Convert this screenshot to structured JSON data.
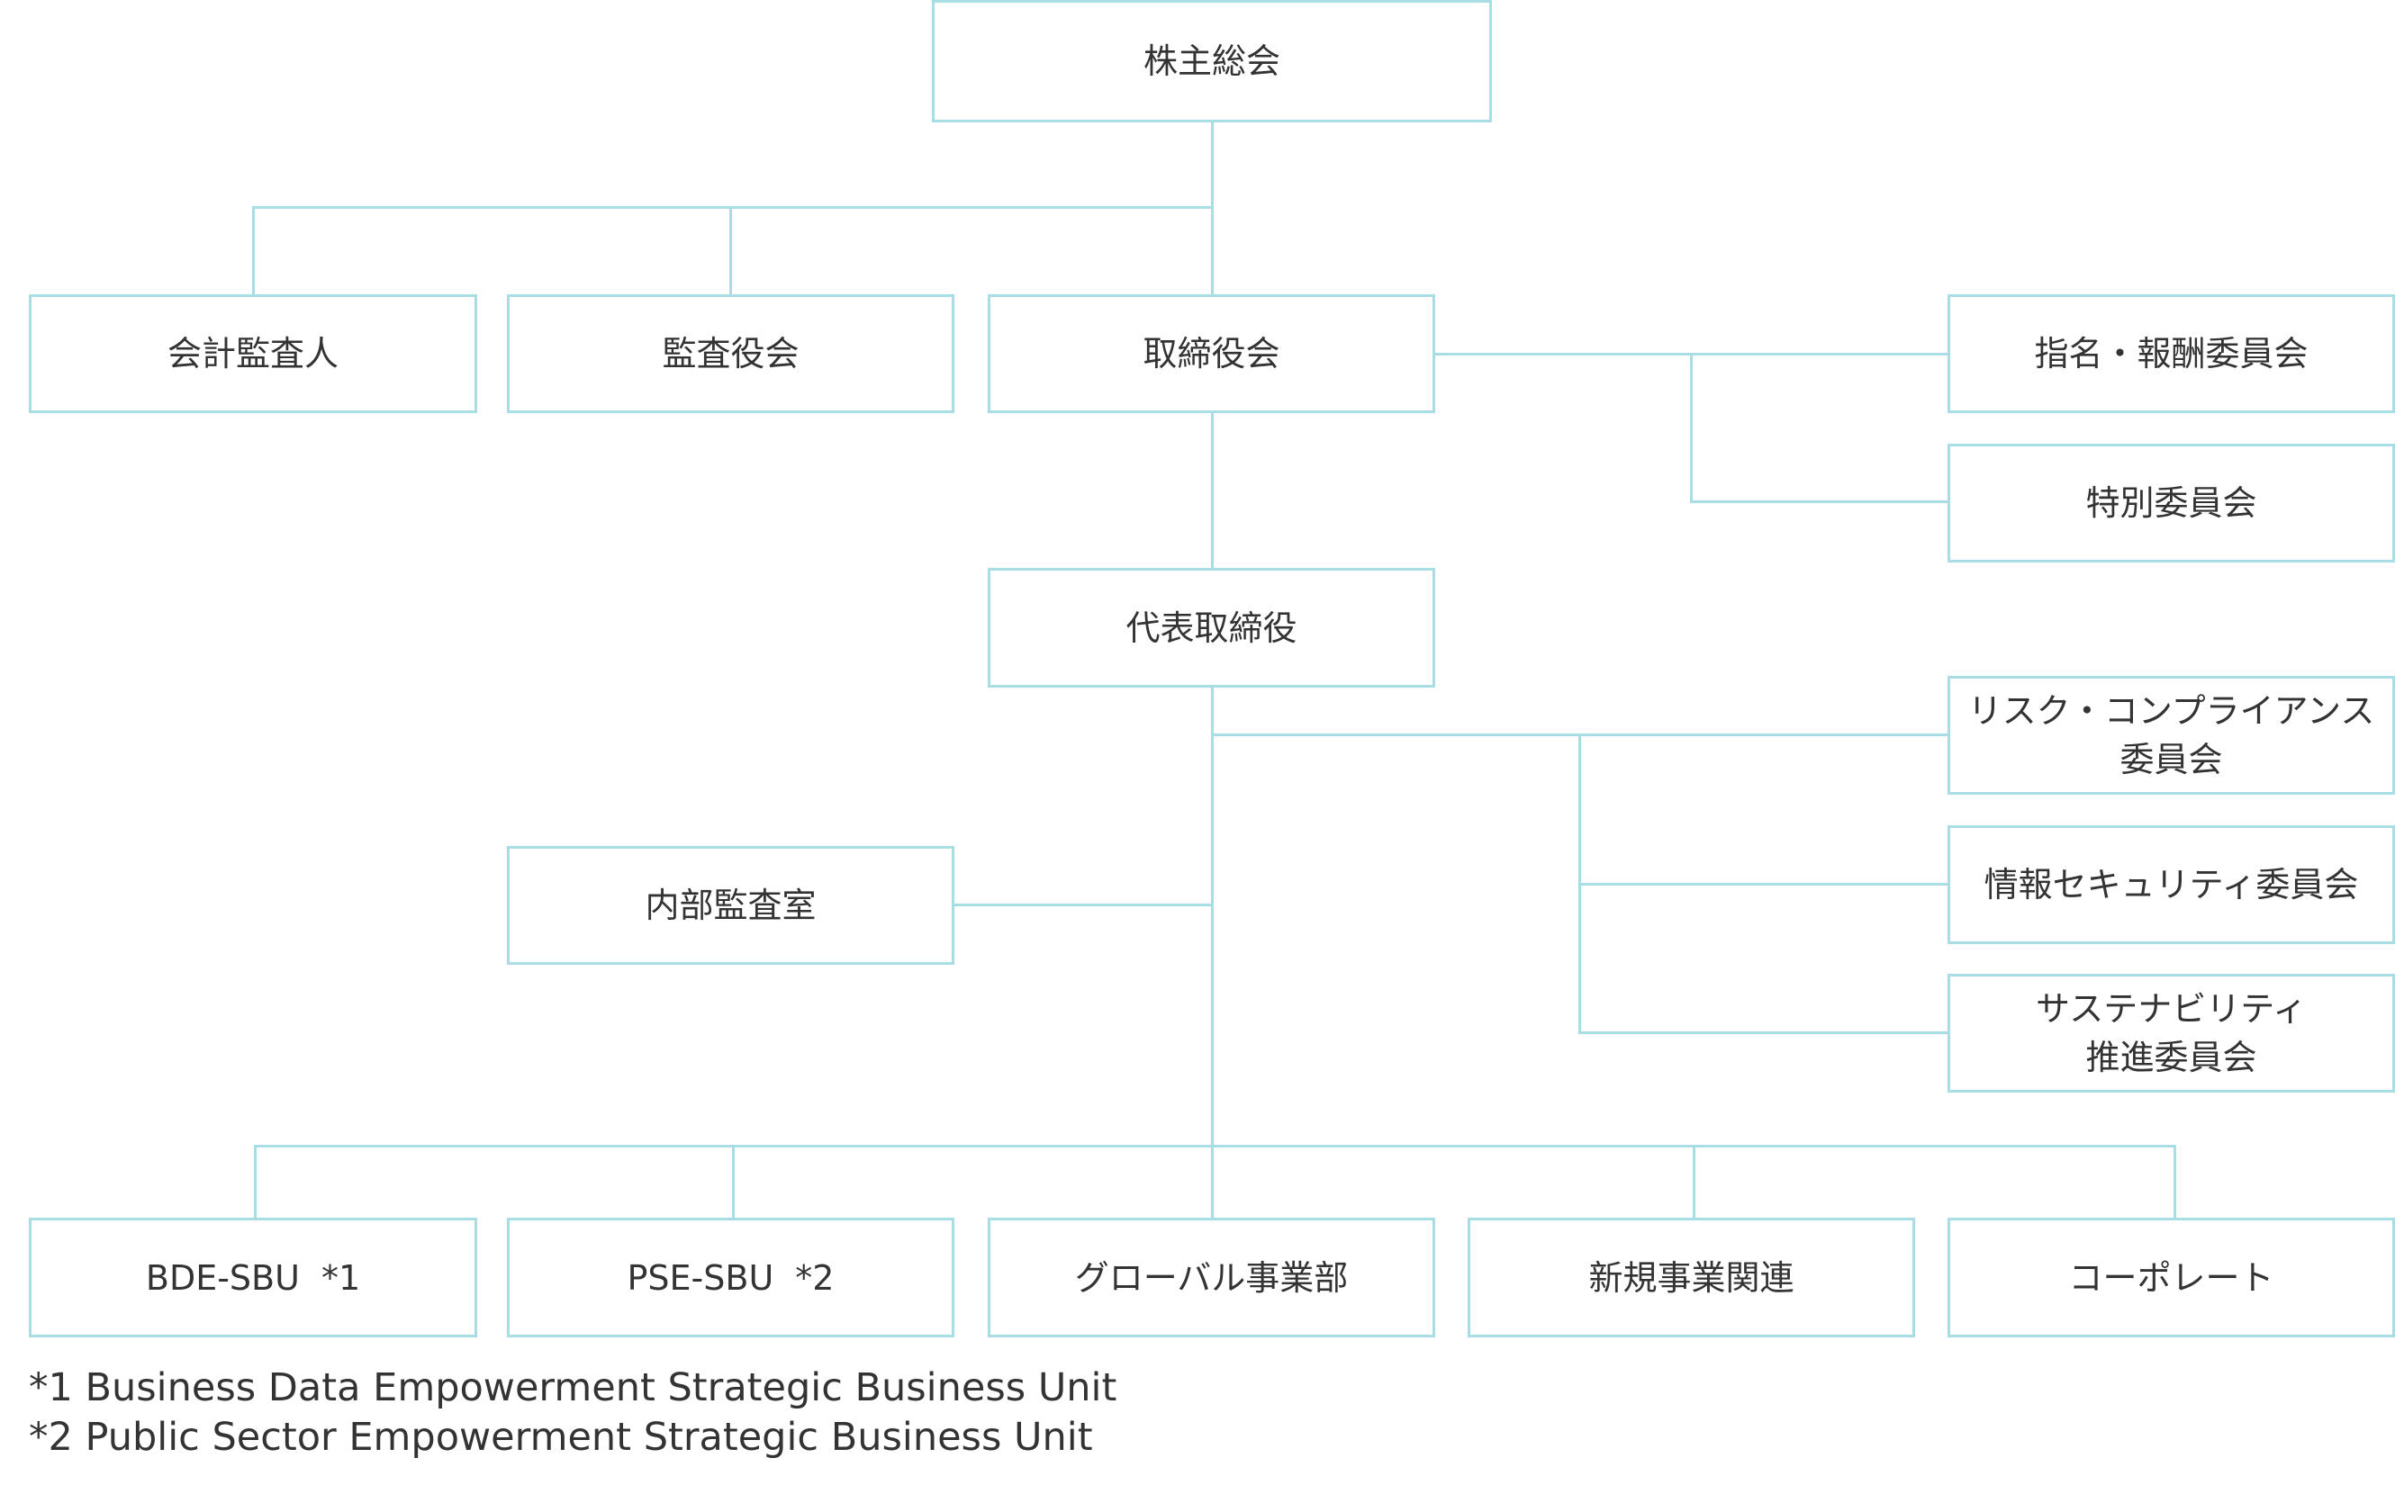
{
  "nodes": {
    "shareholders": "株主総会",
    "auditor": "会計監査人",
    "audit_board": "監査役会",
    "board": "取締役会",
    "nomination": "指名・報酬委員会",
    "special": "特別委員会",
    "ceo": "代表取締役",
    "internal_audit": "内部監査室",
    "risk": "リスク・コンプライアンス\n委員会",
    "infosec": "情報セキュリティ委員会",
    "sustainability": "サステナビリティ\n推進委員会",
    "bde": "BDE-SBU",
    "bde_ref": "*1",
    "pse": "PSE-SBU",
    "pse_ref": "*2",
    "global": "グローバル事業部",
    "new_business": "新規事業関連",
    "corporate": "コーポレート"
  },
  "footnotes": {
    "note1": "*1 Business Data Empowerment Strategic Business Unit",
    "note2": "*2 Public Sector Empowerment Strategic Business Unit"
  },
  "colors": {
    "border": "#a9dde6",
    "text": "#333333"
  }
}
